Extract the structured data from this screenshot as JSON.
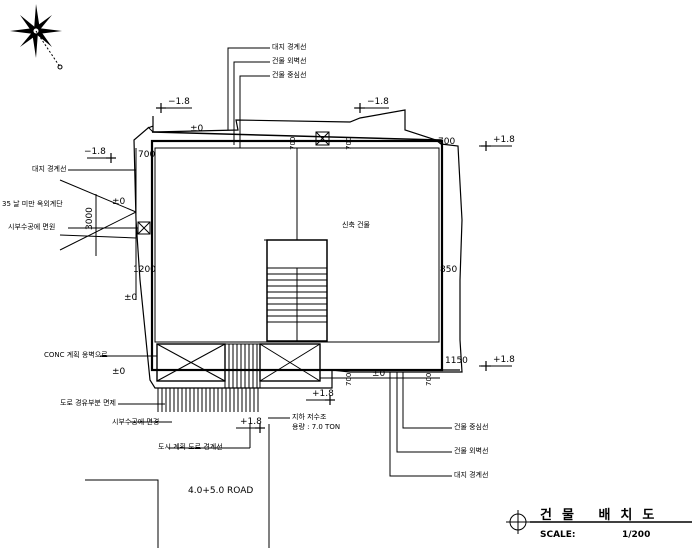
{
  "labels": {
    "site_boundary_top": "대지 경계선",
    "building_outer_wall_top": "건물 외벽선",
    "building_center_line_top": "건물 중심선",
    "site_boundary_left": "대지 경계선",
    "under_35_retaining": "35 날 미만 옥외계단 ",
    "setback_wall": "시부수공에 면원",
    "conc_retaining": "CONC 계획 옹벽으로",
    "existing_road_line": "도로 경유부분 면제",
    "setback_wall_2": "시부수공에 면경",
    "planned_road_line": "도시 계획 도로 경계선",
    "underground_tank": "지하 저수조",
    "tank_capacity": "용량 : 7.0 TON",
    "building_center_line_bottom": "건물 중심선",
    "building_outer_wall_bottom": "건물 외벽선",
    "site_boundary_bottom": "대지 경계선",
    "new_building": "신축 건물",
    "road": "4.0+5.0 ROAD"
  },
  "levels": {
    "l1": "−1.8",
    "l2": "−1.8",
    "l3": "−1.8",
    "l4": "+1.8",
    "l5": "+1.8",
    "l6": "+1.8",
    "l7": "+1.8",
    "pm1": "±0",
    "pm2": "±0",
    "pm3": "±0",
    "pm4": "±0",
    "pm5": "±0"
  },
  "dims": {
    "d700_top_a": "700",
    "d700_top_b": "700",
    "d700_right": "700",
    "d700_left": "700",
    "d1200": "1200",
    "d850": "850",
    "d1150": "1150",
    "d700_bot_a": "700",
    "d700_bot_b": "700",
    "d3000": "3000"
  },
  "title_block": {
    "title": "건물 배치도",
    "scale_label": "SCALE:",
    "scale_value": "1/200"
  },
  "colors": {
    "line": "#000000",
    "background": "#ffffff"
  },
  "icons": {
    "north_arrow": "compass-star-icon",
    "title_marker": "circle-crosshair-icon"
  }
}
